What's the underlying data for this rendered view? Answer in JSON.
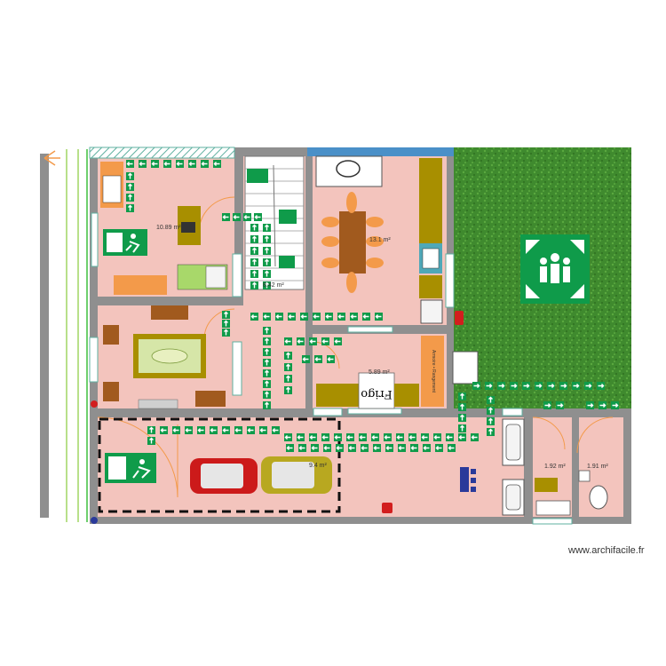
{
  "colors": {
    "wall": "#8f8f8f",
    "floor": "#f3c4bd",
    "lawn": "#3f8a2e",
    "exit_green": "#0f9b4a",
    "wood": "#a15a1e",
    "olive": "#a88f00",
    "orange": "#f39a4a",
    "red": "#d21e1e"
  },
  "icons": {
    "assembly_point": "assembly-point-icon",
    "emergency_exit": "emergency-exit-icon",
    "arrow": "arrow-icon",
    "fire_extinguisher": "fire-extinguisher-icon"
  },
  "rooms": [
    {
      "id": "bedroom",
      "area": "10.89 m²"
    },
    {
      "id": "stairwell",
      "area": "8.42 m²"
    },
    {
      "id": "kitchen",
      "area": "13.1 m²"
    },
    {
      "id": "laundry",
      "area": "5.89 m²"
    },
    {
      "id": "garage",
      "area": "9.4 m²"
    },
    {
      "id": "bathroom",
      "area": "1.92 m²"
    },
    {
      "id": "wc",
      "area": "1.91 m²"
    }
  ],
  "labels": {
    "fridge": "Frigo",
    "storage": "Armoire • Rangement"
  },
  "credit": "www.archifacile.fr"
}
